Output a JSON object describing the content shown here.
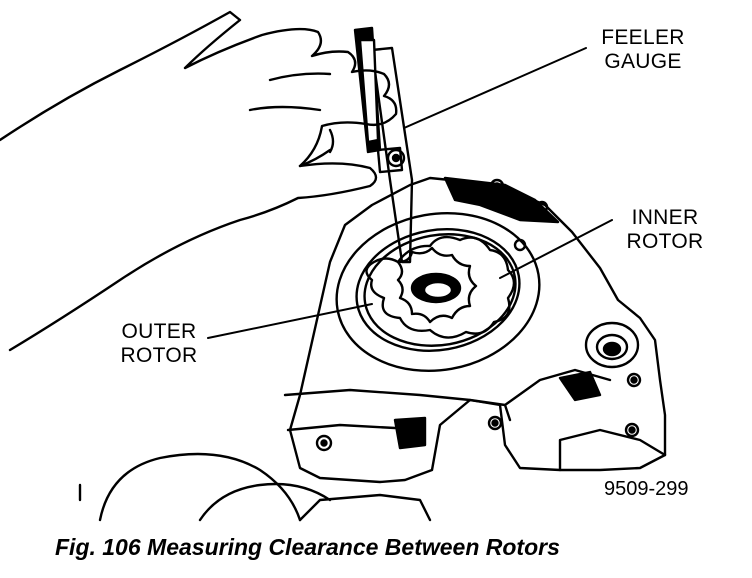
{
  "labels": {
    "feeler_gauge": [
      "FEELER",
      "GAUGE"
    ],
    "inner_rotor": [
      "INNER",
      "ROTOR"
    ],
    "outer_rotor": [
      "OUTER",
      "ROTOR"
    ]
  },
  "figure_id": "9509-299",
  "caption": "Fig. 106 Measuring Clearance Between Rotors"
}
